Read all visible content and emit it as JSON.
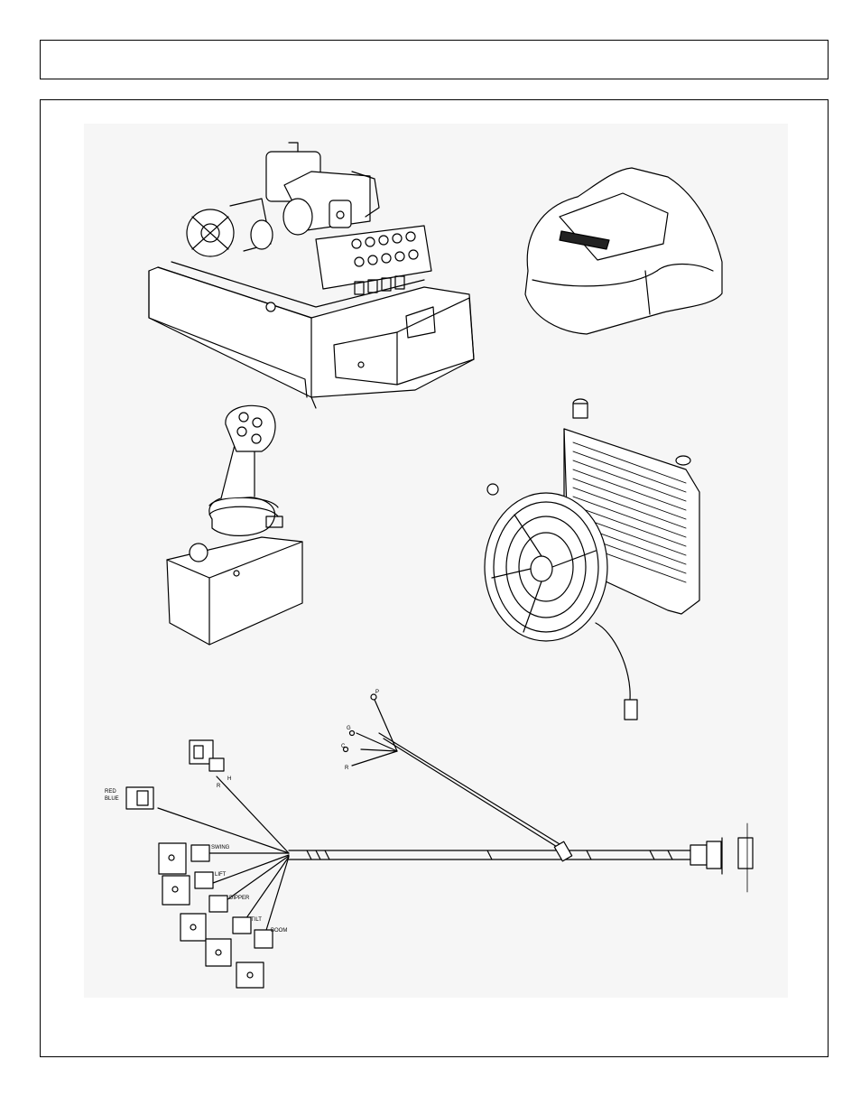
{
  "header": {
    "title": ""
  },
  "harness_labels": {
    "wire_red": "RED",
    "wire_blue": "BLUE",
    "plug_h": "H",
    "plug_r": "R",
    "swing": "SWING",
    "lift": "LIFT",
    "dipper": "DIPPER",
    "tilt": "TILT",
    "boom": "BOOM",
    "tail_p": "P",
    "tail_g": "G",
    "tail_c": "C",
    "tail_r": "R"
  }
}
